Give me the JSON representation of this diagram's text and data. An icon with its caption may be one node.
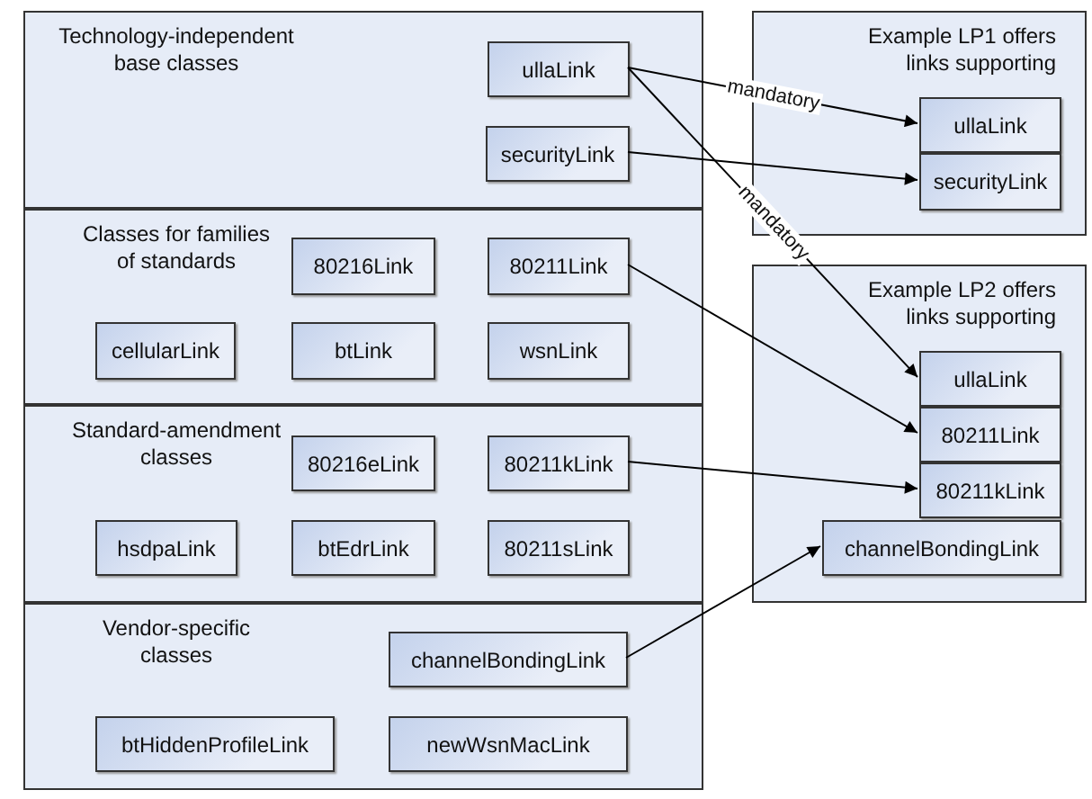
{
  "diagram": {
    "nodes": [
      {
        "text": [
          "Technology-independent base classes"
        ]
      },
      {
        "text": [
          "ullaLink"
        ],
        "in": 0
      },
      {
        "text": [
          "securityLink"
        ],
        "in": 0
      },
      {
        "text": [
          "Classes for families of standards"
        ]
      },
      {
        "text": [
          "80216Link"
        ],
        "in": 3
      },
      {
        "text": [
          "80211Link"
        ],
        "in": 3
      },
      {
        "text": [
          "cellularLink"
        ],
        "in": 3
      },
      {
        "text": [
          "btLink"
        ],
        "in": 3
      },
      {
        "text": [
          "wsnLink"
        ],
        "in": 3
      },
      {
        "text": [
          "Standard-amendment classes"
        ]
      },
      {
        "text": [
          "80216eLink"
        ],
        "in": 9
      },
      {
        "text": [
          "80211kLink"
        ],
        "in": 9
      },
      {
        "text": [
          "hsdpaLink"
        ],
        "in": 9
      },
      {
        "text": [
          "btEdrLink"
        ],
        "in": 9
      },
      {
        "text": [
          "80211sLink"
        ],
        "in": 9
      },
      {
        "text": [
          "Vendor-specific classes"
        ]
      },
      {
        "text": [
          "channelBondingLink"
        ],
        "in": 15
      },
      {
        "text": [
          "btHiddenProfileLink"
        ],
        "in": 15
      },
      {
        "text": [
          "newWsnMacLink"
        ],
        "in": 15
      },
      {
        "text": [
          "Example LP1 offers links supporting"
        ]
      },
      {
        "text": [
          "ullaLink"
        ],
        "in": 19
      },
      {
        "text": [
          "securityLink"
        ],
        "in": 19
      },
      {
        "text": [
          "Example LP2 offers links supporting"
        ]
      },
      {
        "text": [
          "ullaLink"
        ],
        "in": 22
      },
      {
        "text": [
          "80211Link"
        ],
        "in": 22
      },
      {
        "text": [
          "80211kLink"
        ],
        "in": 22
      },
      {
        "text": [
          "channelBondingLink"
        ],
        "in": 22
      }
    ],
    "edges": [
      {
        "from": 1,
        "to": 20,
        "arrow": "to",
        "label": "mandatory"
      },
      {
        "from": 2,
        "to": 21,
        "arrow": "to"
      },
      {
        "from": 1,
        "to": 23,
        "arrow": "to",
        "label": "mandatory"
      },
      {
        "from": 5,
        "to": 24,
        "arrow": "to"
      },
      {
        "from": 11,
        "to": 25,
        "arrow": "to"
      },
      {
        "from": 16,
        "to": 26,
        "arrow": "to"
      }
    ]
  }
}
